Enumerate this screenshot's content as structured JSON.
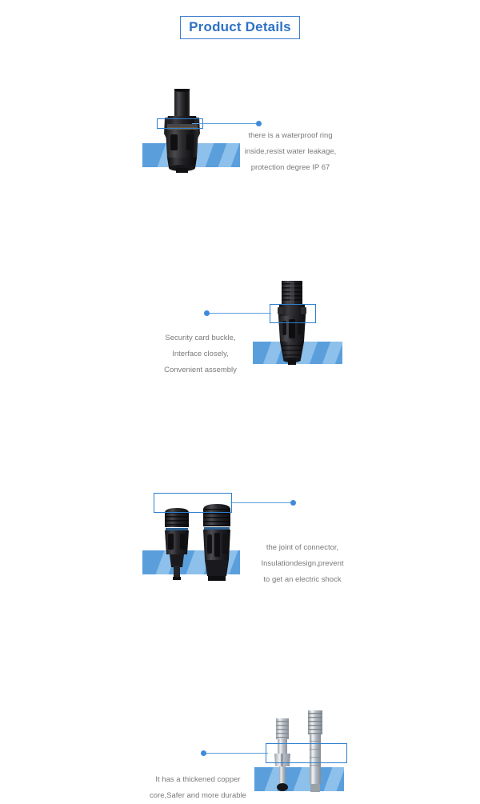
{
  "page": {
    "background_color": "#ffffff",
    "accent_color": "#2f72c4",
    "band_color": "#5a9fdc",
    "band_stripe_color": "#8dc0ea",
    "caption_color": "#7a7a7a"
  },
  "header": {
    "title": "Product Details"
  },
  "sections": [
    {
      "id": "waterproof-ring",
      "image_alt": "mc4-connector-body",
      "callout_label": "waterproof-ring-callout",
      "caption_lines": [
        "there is a waterproof ring",
        "inside,resist water leakage,",
        "protection degree IP 67"
      ]
    },
    {
      "id": "security-card-buckle",
      "image_alt": "mc4-connector-locking-buckle",
      "callout_label": "security-buckle-callout",
      "caption_lines": [
        "Security card buckle,",
        "Interface closely,",
        "Convenient assembly"
      ]
    },
    {
      "id": "insulation-joint",
      "image_alt": "mc4-connector-pair-threaded-tops",
      "callout_label": "insulation-joint-callout",
      "caption_lines": [
        "the joint of connector,",
        "Insulationdesign,prevent",
        "to get an electric shock"
      ]
    },
    {
      "id": "copper-core",
      "image_alt": "mc4-copper-pin-contacts",
      "callout_label": "copper-core-callout",
      "caption_lines": [
        "It has a thickened copper",
        "core,Safer and more durable"
      ]
    }
  ]
}
